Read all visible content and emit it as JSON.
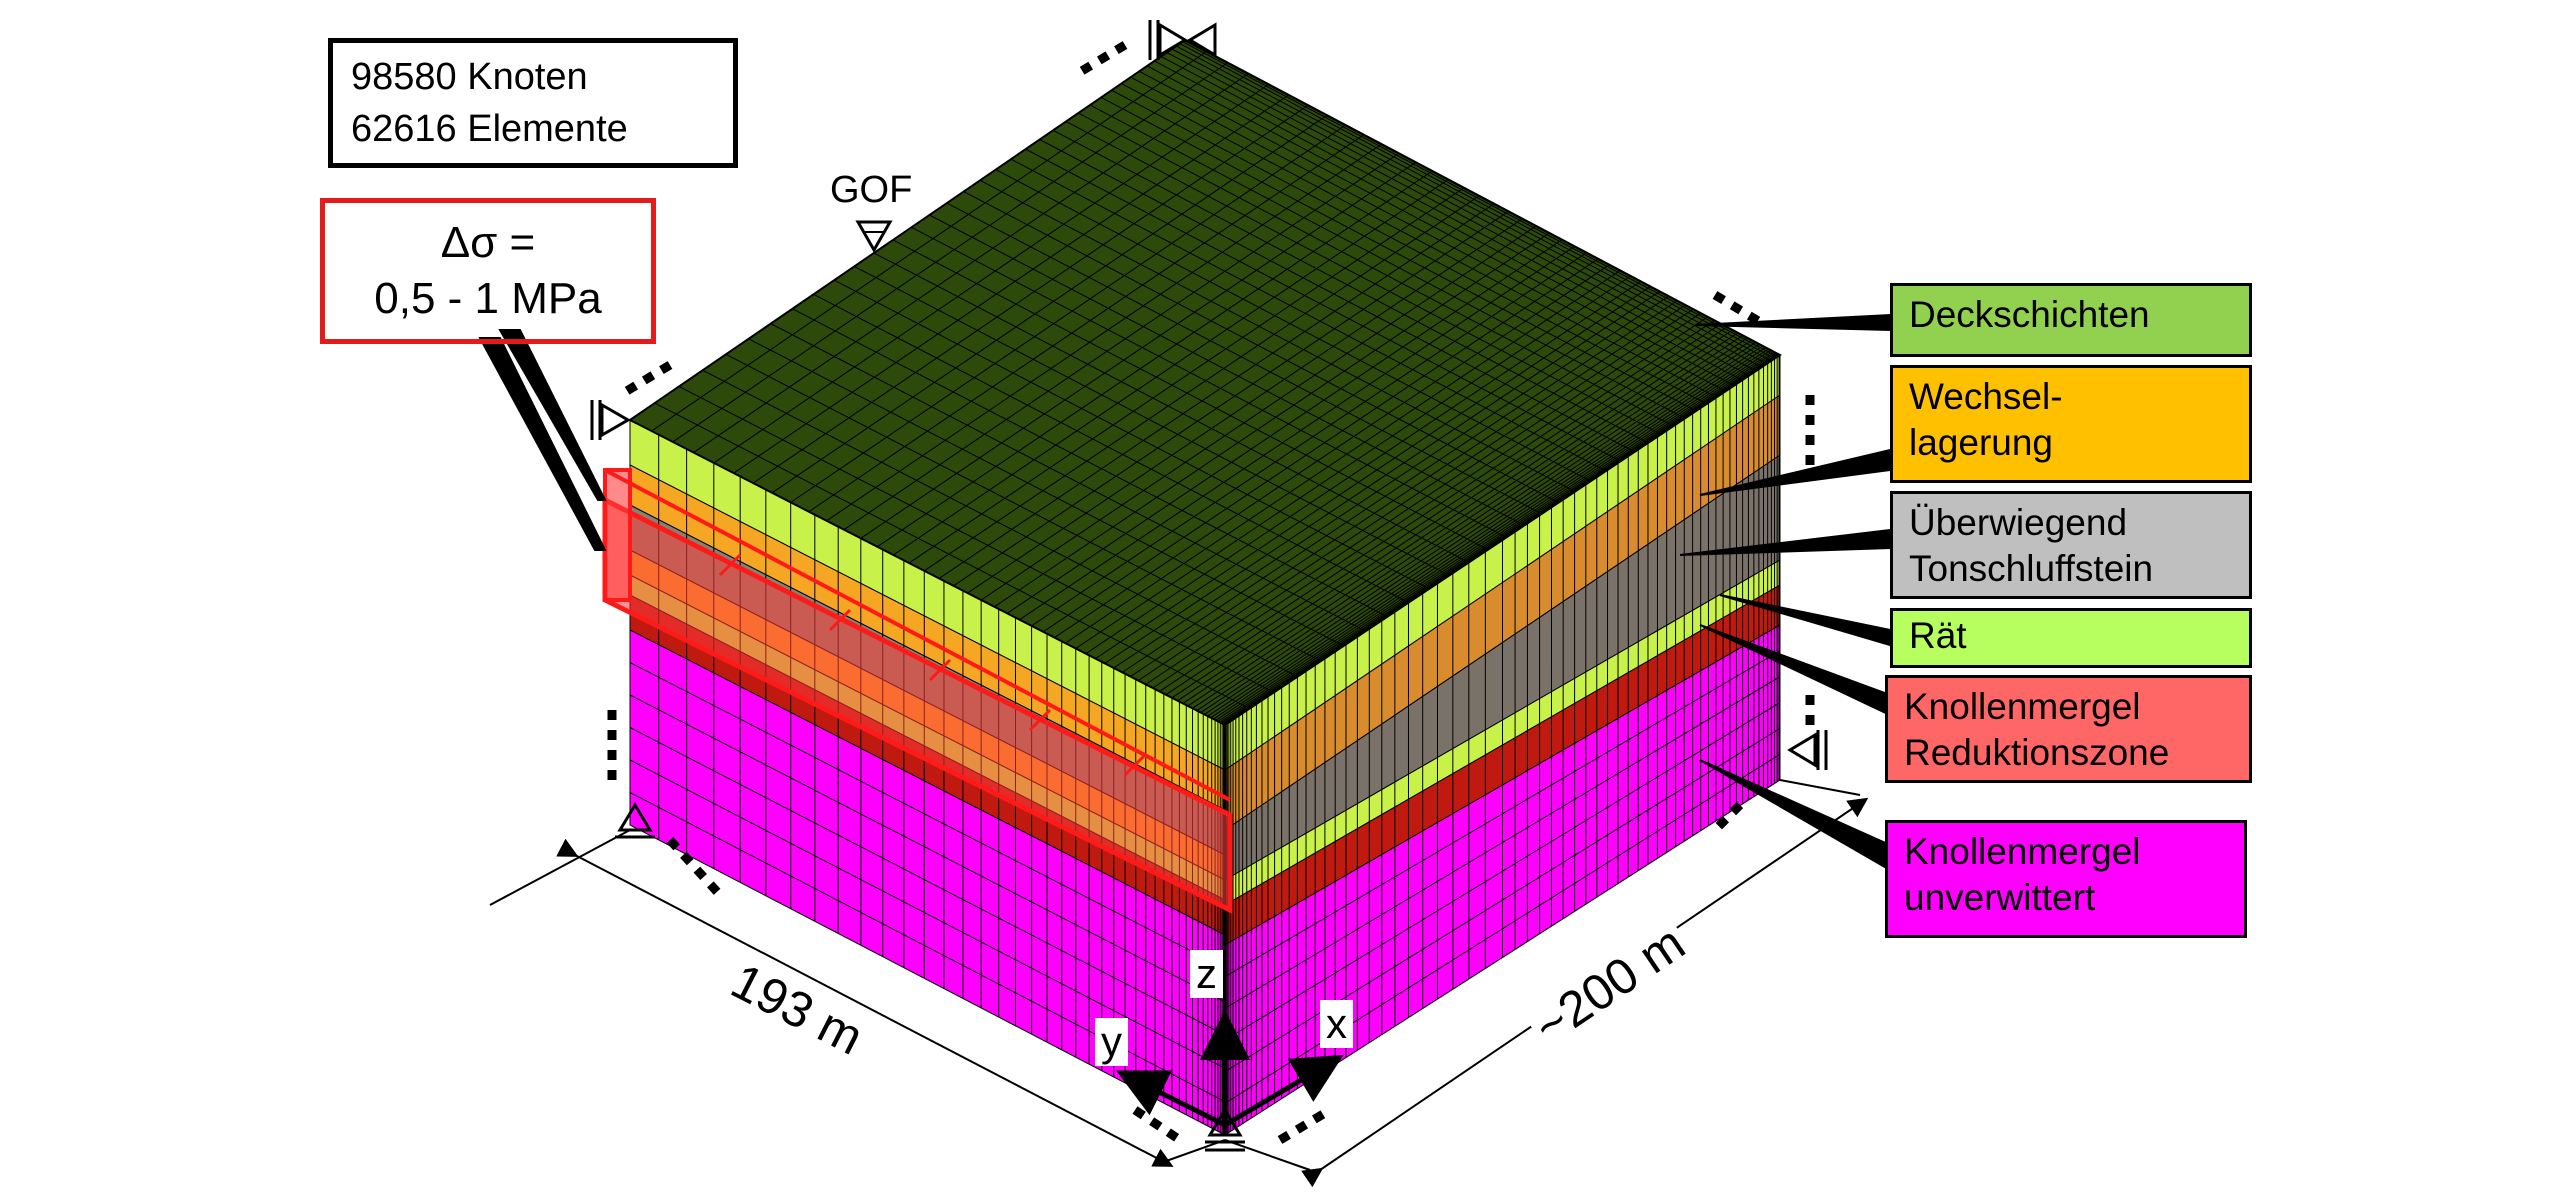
{
  "stats": {
    "nodes": "98580 Knoten",
    "elements": "62616 Elemente"
  },
  "stress": {
    "line1": "Δσ =",
    "line2": "0,5 - 1 MPa"
  },
  "gof_label": "GOF",
  "dimensions": {
    "left": "193 m",
    "right": "~200 m"
  },
  "axes": {
    "x": "x",
    "y": "y",
    "z": "z"
  },
  "legend": [
    {
      "lines": [
        "Deckschichten"
      ],
      "color": "#92d050"
    },
    {
      "lines": [
        "Wechsel-",
        "lagerung"
      ],
      "color": "#ffc000"
    },
    {
      "lines": [
        "Überwiegend",
        "Tonschluffstein"
      ],
      "color": "#bfbfbf"
    },
    {
      "lines": [
        "Rät"
      ],
      "color": "#b6ff5e"
    },
    {
      "lines": [
        "Knollenmergel",
        "Reduktionszone"
      ],
      "color": "#ff6666"
    },
    {
      "lines": [
        "Knollenmergel",
        "unverwittert"
      ],
      "color": "#ff00ff"
    }
  ],
  "colors": {
    "top": "#2d4a0b",
    "deckschichten_side": "#c8f24a",
    "wechsellagerung_side": "#f5a623",
    "tonschluffstein_side": "#8a8070",
    "raet_side": "#c8f24a",
    "reduktionszone_side": "#c0190f",
    "unverwittert_side": "#ff00ff",
    "highlight": "#ff2a2a"
  }
}
